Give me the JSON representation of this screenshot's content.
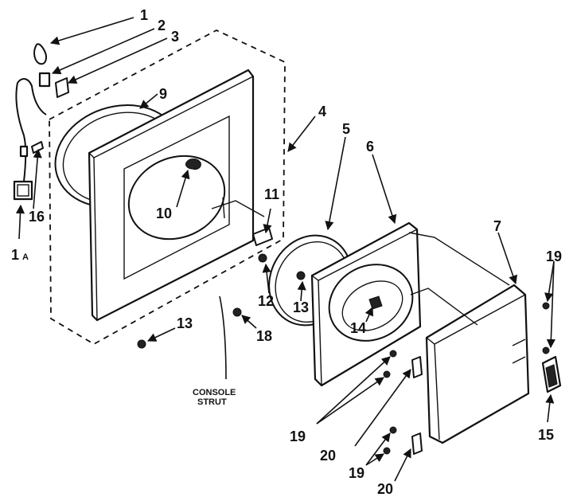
{
  "callouts": {
    "c1": "1",
    "c1a": "1",
    "c1a_sub": "A",
    "c2": "2",
    "c3": "3",
    "c4": "4",
    "c5": "5",
    "c6": "6",
    "c7": "7",
    "c9": "9",
    "c10": "10",
    "c11": "11",
    "c12": "12",
    "c13a": "13",
    "c13b": "13",
    "c14": "14",
    "c15": "15",
    "c16": "16",
    "c18": "18",
    "c19a": "19",
    "c19b": "19",
    "c19c": "19",
    "c20a": "20",
    "c20b": "20"
  },
  "note": {
    "line1": "CONSOLE",
    "line2": "STRUT"
  }
}
